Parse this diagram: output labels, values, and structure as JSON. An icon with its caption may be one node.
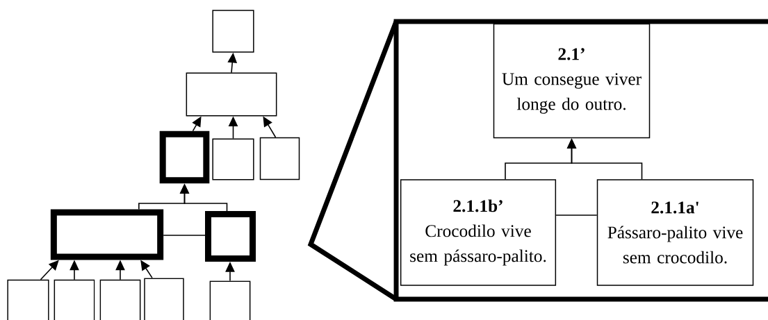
{
  "diagram": {
    "nodes": [
      {
        "text": [],
        "shape": "box"
      },
      {
        "text": [],
        "shape": "box"
      },
      {
        "text": [],
        "shape": "box"
      },
      {
        "text": [],
        "shape": "box"
      },
      {
        "text": [],
        "shape": "box"
      },
      {
        "text": [],
        "shape": "box"
      },
      {
        "text": [],
        "shape": "box"
      },
      {
        "text": [],
        "shape": "box"
      },
      {
        "text": [],
        "shape": "box"
      },
      {
        "text": [],
        "shape": "box"
      },
      {
        "text": [],
        "shape": "box"
      },
      {
        "text": [],
        "shape": "box"
      },
      {
        "text": [],
        "shape": "box"
      },
      {
        "text": [
          "2.1’",
          "Um consegue viver longe do outro."
        ],
        "in": 12
      },
      {
        "text": [
          "2.1.1b’",
          "Crocodilo vive sem pássaro-palito."
        ],
        "in": 12
      },
      {
        "text": [
          "2.1.1a'",
          "Pássaro-palito vive sem crocodilo."
        ],
        "in": 12
      }
    ],
    "edges": [
      {
        "from": 1,
        "to": 0,
        "arrow": "to"
      },
      {
        "from": 2,
        "to": 1,
        "arrow": "to"
      },
      {
        "from": 3,
        "to": 1,
        "arrow": "to"
      },
      {
        "from": 4,
        "to": 1,
        "arrow": "to"
      },
      {
        "from": 5,
        "to": 2,
        "arrow": "to"
      },
      {
        "from": 6,
        "to": 2,
        "arrow": "to"
      },
      {
        "from": 5,
        "to": 6,
        "arrow": "none"
      },
      {
        "from": 7,
        "to": 5,
        "arrow": "to"
      },
      {
        "from": 8,
        "to": 5,
        "arrow": "to"
      },
      {
        "from": 9,
        "to": 5,
        "arrow": "to"
      },
      {
        "from": 10,
        "to": 5,
        "arrow": "to"
      },
      {
        "from": 11,
        "to": 6,
        "arrow": "to"
      },
      {
        "from": 14,
        "to": 13,
        "arrow": "to"
      },
      {
        "from": 15,
        "to": 13,
        "arrow": "to"
      },
      {
        "from": 14,
        "to": 15,
        "arrow": "none"
      }
    ]
  }
}
